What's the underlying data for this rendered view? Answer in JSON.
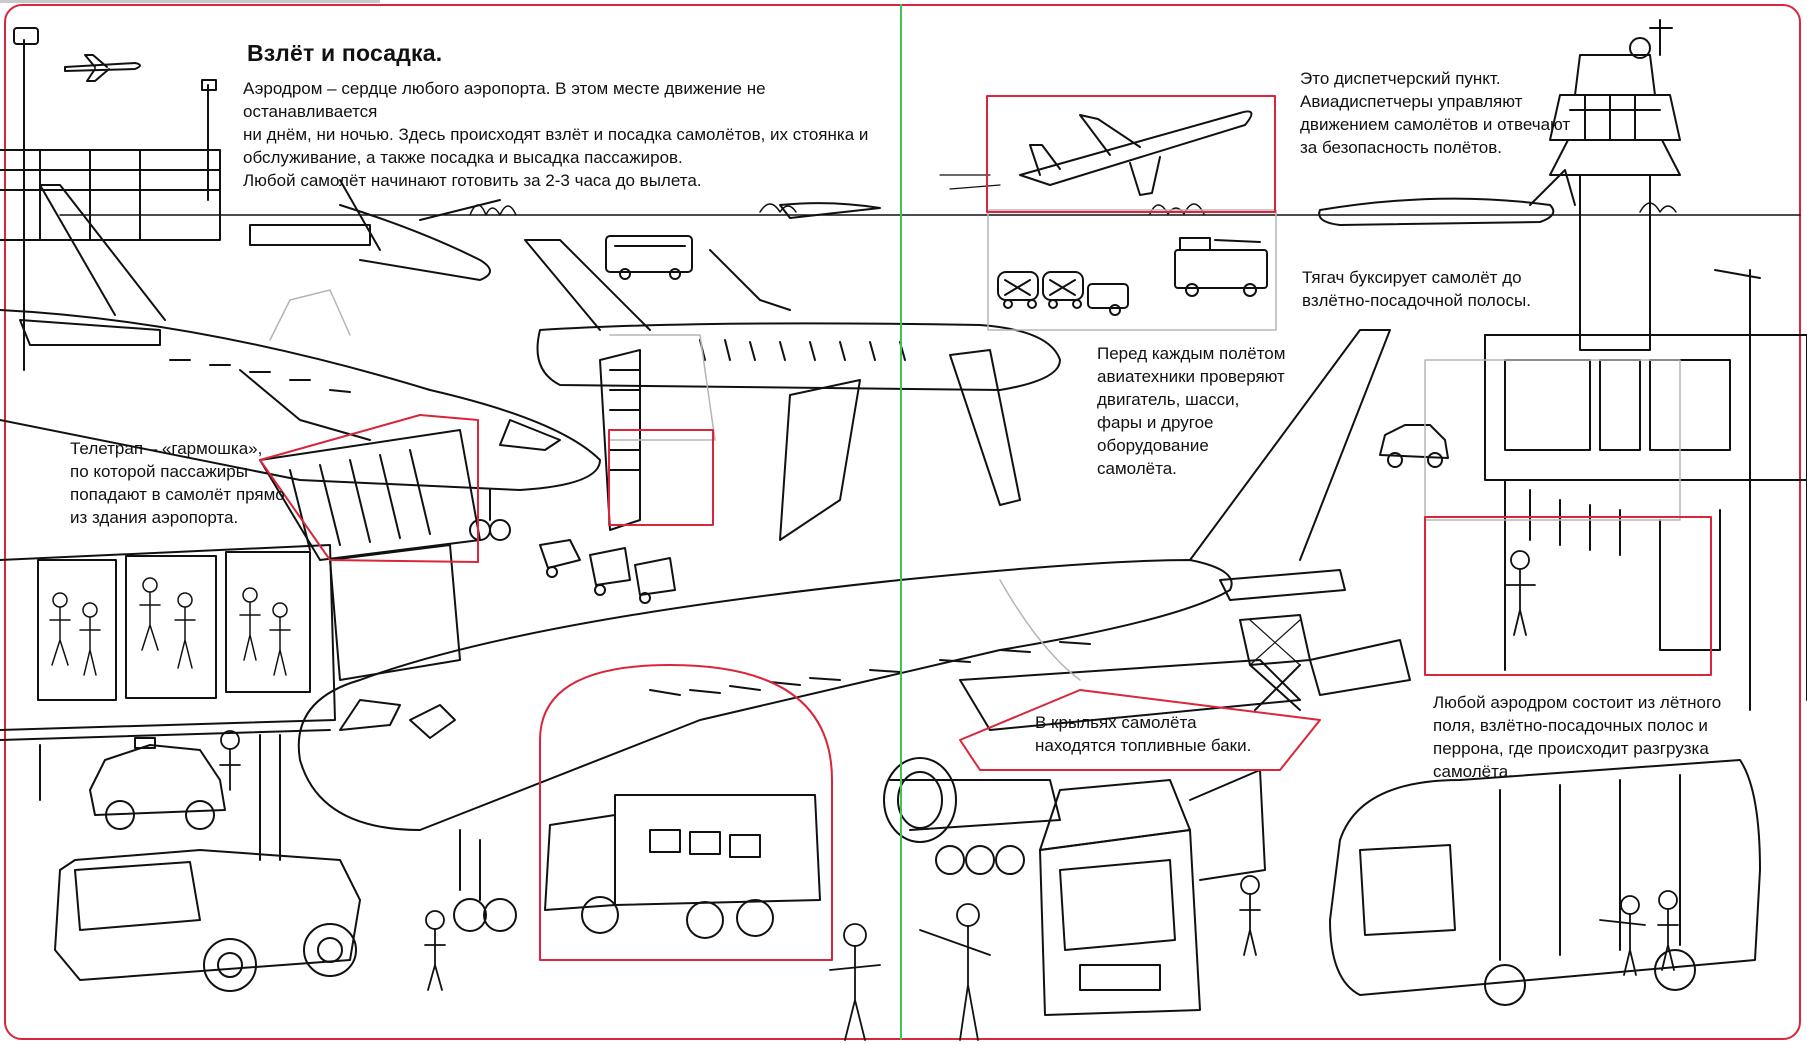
{
  "page": {
    "title": "Взлёт и посадка.",
    "intro": "Аэродром – сердце любого аэропорта. В этом месте движение не останавливается\nни днём, ни ночью. Здесь происходят взлёт и посадка самолётов, их стоянка и\nобслуживание, а также посадка и высадка пассажиров.\nЛюбой самолёт начинают готовить за 2-3 часа до вылета."
  },
  "captions": {
    "jetbridge": "Телетрап – «гармошка»,\nпо которой пассажиры\nпопадают в самолёт прямо\nиз здания аэропорта.",
    "tower": "Это диспетчерский пункт.\nАвиадиспетчеры управляют\nдвижением самолётов и отвечают\nза безопасность полётов.",
    "tug": "Тягач буксирует самолёт до\nвзлётно-посадочной полосы.",
    "technicians": "Перед каждым полётом\nавиатехники проверяют\nдвигатель, шасси,\nфары и другое\nоборудование\nсамолёта.",
    "wings": "В крыльях самолёта\nнаходятся топливные баки.",
    "apron": "Любой аэродром состоит из лётного\nполя, взлётно-посадочных полос и\nперрона, где происходит разгрузка\nсамолёта."
  },
  "colors": {
    "frame": "#d9263a",
    "spine": "#3cc45a",
    "highlight": "#d9263a",
    "ink": "#111111",
    "callout": "#b5b5b5"
  },
  "illustration": {
    "style": "black-and-white line-art coloring page",
    "subjects": [
      "airliner-icon",
      "control-tower-icon",
      "jet-bridge-icon",
      "bus-icon",
      "fuel-truck-icon",
      "tug-icon",
      "catering-truck-icon",
      "airstair-icon",
      "people-icon"
    ]
  }
}
